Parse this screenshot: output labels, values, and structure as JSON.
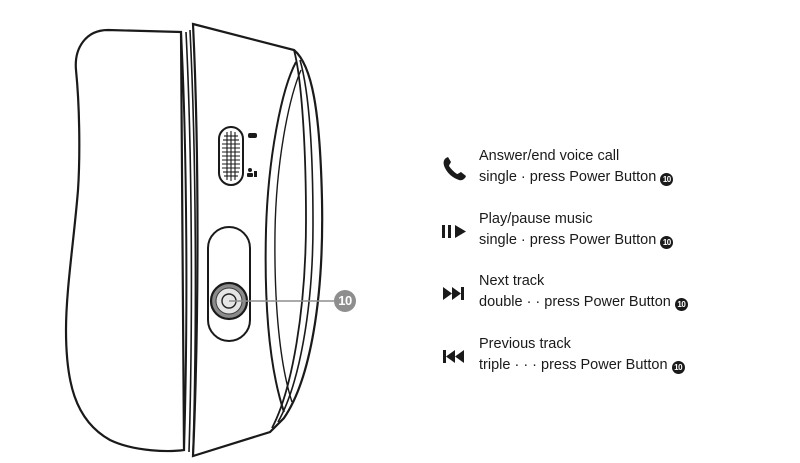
{
  "diagram": {
    "callout": "10",
    "actions": [
      {
        "icon": "phone-icon",
        "title": "Answer/end voice call",
        "press": "single · press Power Button",
        "badge": "10"
      },
      {
        "icon": "play-pause-icon",
        "title": "Play/pause music",
        "press": "single · press Power Button",
        "badge": "10"
      },
      {
        "icon": "next-track-icon",
        "title": "Next track",
        "press": "double · · press Power Button",
        "badge": "10"
      },
      {
        "icon": "previous-track-icon",
        "title": "Previous track",
        "press": "triple · · · press Power Button",
        "badge": "10"
      }
    ]
  }
}
